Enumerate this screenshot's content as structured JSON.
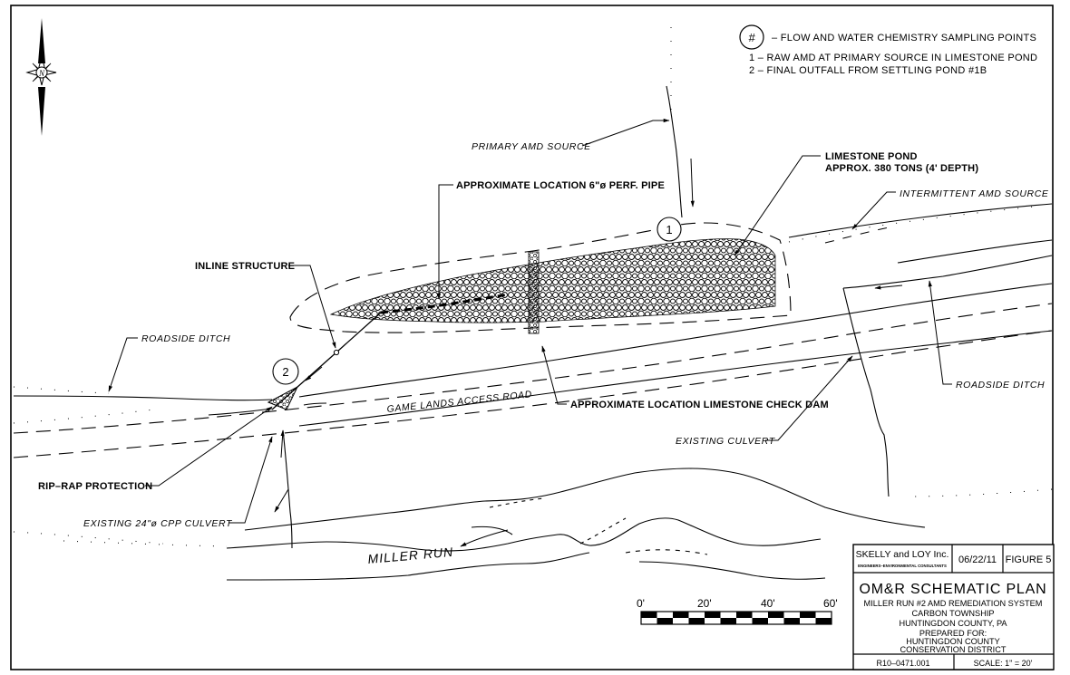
{
  "legend": {
    "symbol": "#",
    "title": "– FLOW AND WATER CHEMISTRY SAMPLING POINTS",
    "items": [
      "1 – RAW AMD AT PRIMARY SOURCE IN LIMESTONE POND",
      "2 – FINAL OUTFALL FROM SETTLING POND #1B"
    ]
  },
  "north_label": "N",
  "labels": {
    "primary_amd_source": "PRIMARY AMD SOURCE",
    "limestone_pond_1": "LIMESTONE POND",
    "limestone_pond_2": "APPROX. 380 TONS (4' DEPTH)",
    "intermittent_amd_source": "INTERMITTENT AMD SOURCE",
    "perf_pipe": "APPROXIMATE LOCATION 6\"ø PERF. PIPE",
    "inline_structure": "INLINE STRUCTURE",
    "roadside_ditch_left": "ROADSIDE DITCH",
    "roadside_ditch_right": "ROADSIDE DITCH",
    "game_lands_road": "GAME LANDS ACCESS ROAD",
    "check_dam": "APPROXIMATE LOCATION LIMESTONE CHECK DAM",
    "existing_culvert": "EXISTING CULVERT",
    "rip_rap": "RIP–RAP PROTECTION",
    "cpp_culvert": "EXISTING 24\"ø CPP CULVERT",
    "miller_run": "MILLER RUN"
  },
  "sample_points": [
    "1",
    "2"
  ],
  "scale_bar": {
    "ticks": [
      "0'",
      "20'",
      "40'",
      "60'"
    ]
  },
  "title_block": {
    "firm": "SKELLY and LOY Inc.",
    "firm_sub": "ENGINEERS–ENVIRONMENTAL CONSULTANTS",
    "date": "06/22/11",
    "figure": "FIGURE 5",
    "title": "OM&R SCHEMATIC PLAN",
    "project": "MILLER RUN #2 AMD REMEDIATION SYSTEM",
    "township": "CARBON TOWNSHIP",
    "county": "HUNTINGDON COUNTY, PA",
    "prepared_for": "PREPARED FOR:",
    "client_1": "HUNTINGDON COUNTY",
    "client_2": "CONSERVATION DISTRICT",
    "drawing_no": "R10–0471.001",
    "scale": "SCALE:  1\" = 20'"
  }
}
